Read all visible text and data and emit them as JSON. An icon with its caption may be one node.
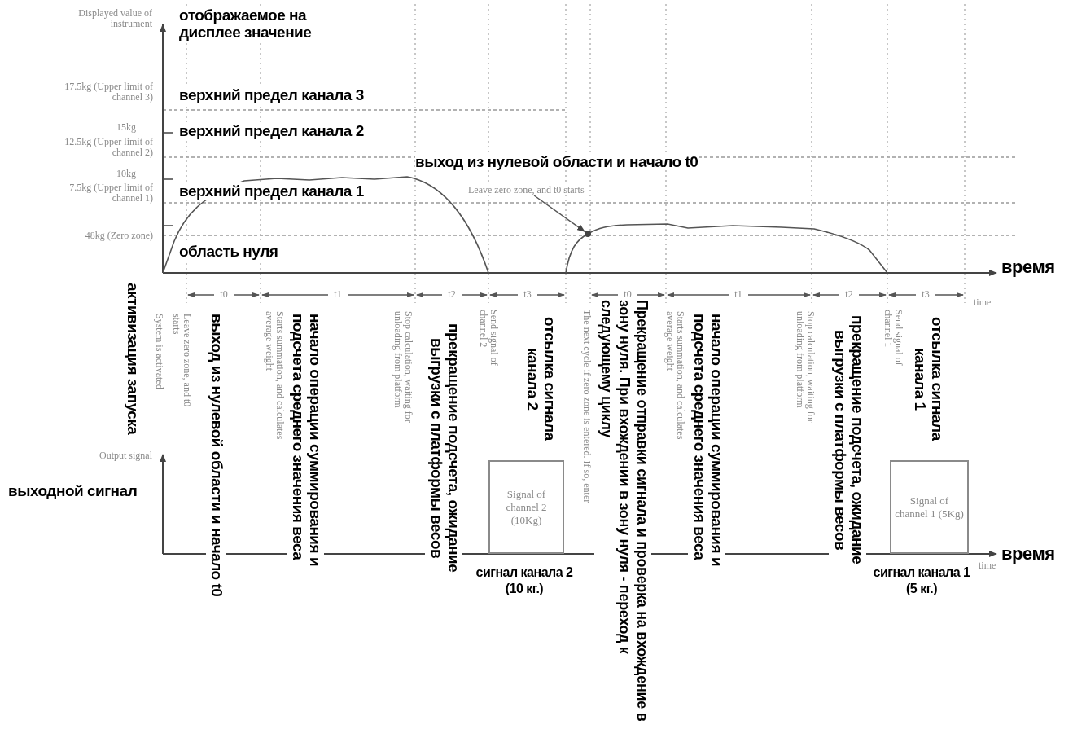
{
  "diagram": {
    "nodes": [
      {
        "text": [
          "Leave zero zone, and t0 starts"
        ],
        "beside": [
          "выход из нулевой области и начало t0"
        ]
      },
      {
        "text": [],
        "shape": "circle"
      },
      {
        "text": [
          "Signal of channel 2 (10Kg)"
        ],
        "beside": [
          "сигнал канала 2 (10 кг.)"
        ]
      },
      {
        "text": [
          "Signal of channel 1 (5Kg)"
        ],
        "beside": [
          "сигнал канала 1 (5 кг.)"
        ]
      }
    ],
    "edges": [
      {
        "from": 0,
        "to": 1,
        "arrow": "to"
      }
    ],
    "labels": [
      "Displayed value of instrument",
      "отображаемое на дисплее значение",
      "17.5kg (Upper limit of channel 3)",
      "15kg",
      "12.5kg (Upper limit of channel 2)",
      "10kg",
      "7.5kg (Upper limit of channel 1)",
      "48kg (Zero zone)",
      "верхний предел канала 3",
      "верхний предел канала 2",
      "верхний предел канала 1",
      "область нуля",
      "время",
      "time",
      "t0",
      "t1",
      "t2",
      "t3",
      "t0",
      "t1",
      "t2",
      "t3",
      "активизация запуска",
      "System is activated",
      "Leave zero zone, and t0 starts",
      "выход из нулевой области и начало t0",
      "Starts summation, and calculates average weight",
      "начало операции суммирования и подсчета среднего значения веса",
      "Stop calculation, waiting for unloading from platform",
      "прекращение подсчета, ожидание выгрузки с платформы весов",
      "Send signal of channel 2",
      "отсылка сигнала канала 2",
      "The next cycle if zero zone is entered. If so, enter",
      "Прекращение отправки сигнала и проверка на вхождение в зону нуля. При вхождении в зону нуля - переход к следующему циклу",
      "Starts summation, and calculates average weight",
      "начало операции суммирования и подсчета среднего значения веса",
      "Stop calculation, waiting for unloading from platform",
      "прекращение подсчета, ожидание выгрузки с платформы весов",
      "Send signal of channel 1",
      "отсылка сигнала канала 1",
      "Output signal",
      "выходной сигнал",
      "time",
      "время"
    ]
  }
}
